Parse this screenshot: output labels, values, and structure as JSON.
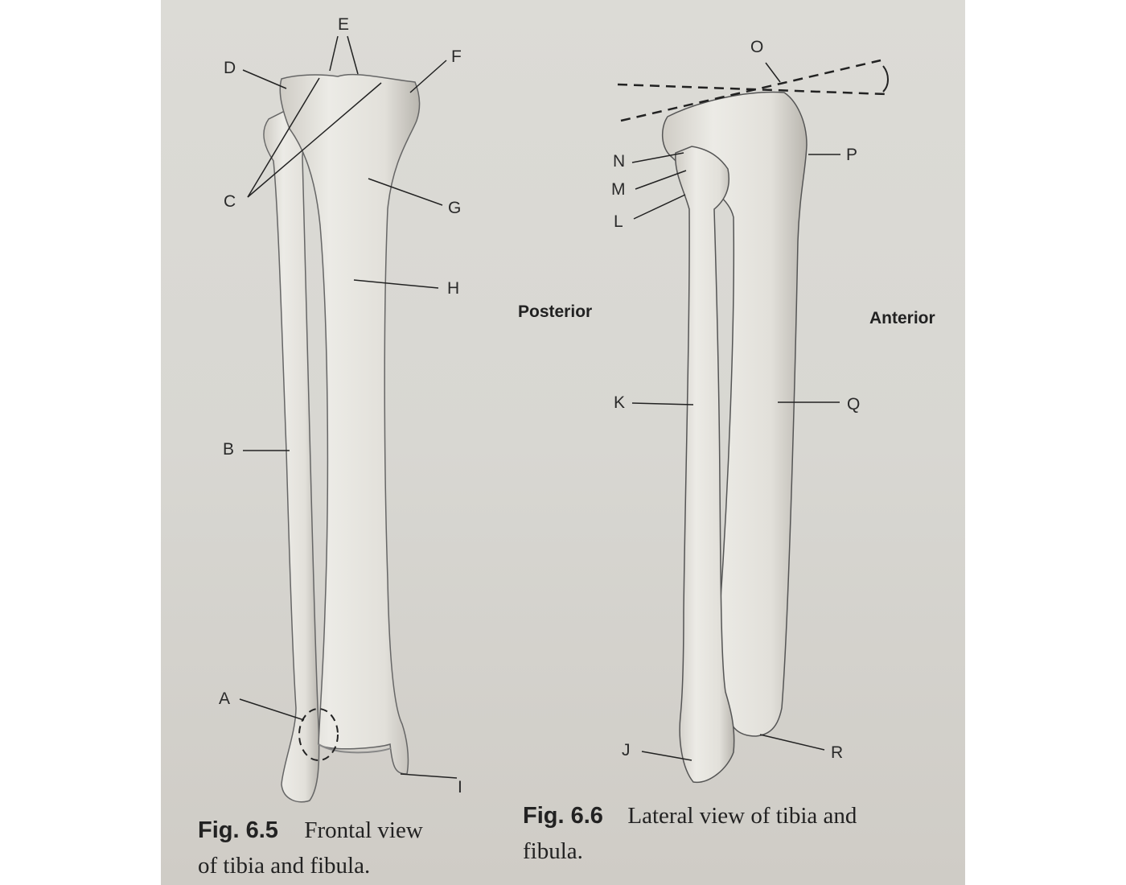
{
  "figures": [
    {
      "id": "fig-6-5",
      "number": "Fig. 6.5",
      "caption_line1": "Frontal view",
      "caption_line2": "of tibia and fibula.",
      "labels": [
        "A",
        "B",
        "C",
        "D",
        "E",
        "F",
        "G",
        "H",
        "I"
      ]
    },
    {
      "id": "fig-6-6",
      "number": "Fig. 6.6",
      "caption_line1": "Lateral view of tibia and",
      "caption_line2": "fibula.",
      "labels": [
        "J",
        "K",
        "L",
        "M",
        "N",
        "O",
        "P",
        "Q",
        "R"
      ],
      "orientation": {
        "left": "Posterior",
        "right": "Anterior"
      }
    }
  ],
  "labels": {
    "A": "A",
    "B": "B",
    "C": "C",
    "D": "D",
    "E": "E",
    "F": "F",
    "G": "G",
    "H": "H",
    "I": "I",
    "J": "J",
    "K": "K",
    "L": "L",
    "M": "M",
    "N": "N",
    "O": "O",
    "P": "P",
    "Q": "Q",
    "R": "R"
  },
  "orientation": {
    "posterior": "Posterior",
    "anterior": "Anterior"
  },
  "colors": {
    "page": "#d9d8d3",
    "bone": "#e6e4de",
    "bone_shade": "#bdbab3",
    "outline": "#555",
    "leader": "#222"
  }
}
